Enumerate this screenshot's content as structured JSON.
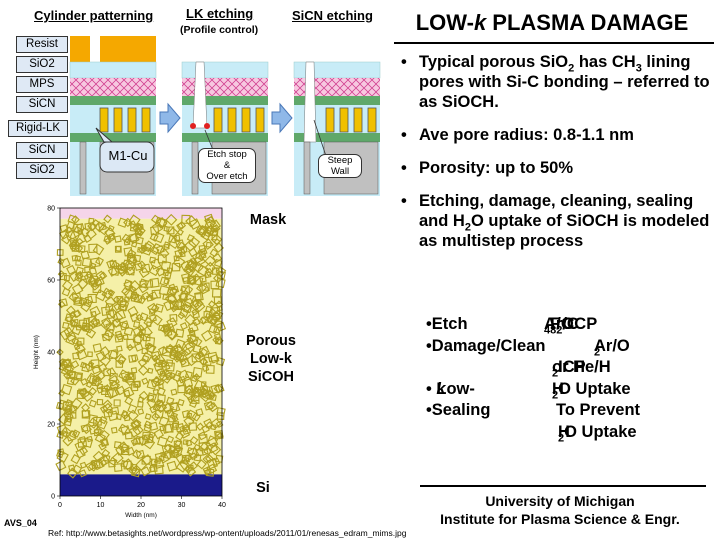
{
  "title": {
    "prefix": "LOW-",
    "k": "k",
    "suffix": " PLASMA DAMAGE"
  },
  "bullets": [
    {
      "parts": [
        "Typical porous SiO",
        "2",
        " has CH",
        "3",
        " lining pores with Si-C bonding – referred to as SiOCH."
      ]
    },
    {
      "text": "Ave pore radius: 0.8-1.1 nm"
    },
    {
      "text": "Porosity:  up to 50%"
    },
    {
      "parts": [
        "Etching, damage, cleaning, sealing and H",
        "2",
        "O uptake of SiOCH is modeled as multistep process"
      ]
    }
  ],
  "steps": [
    {
      "name": "Etch",
      "detail_parts": [
        "Ar/C",
        "4",
        "F",
        "8",
        "/O",
        "2",
        " CCP"
      ]
    },
    {
      "name": "Damage/Clean",
      "detail_parts": [
        "Ar/O",
        "2"
      ],
      "detail2_parts": [
        "or He/H",
        "2",
        " ICP"
      ]
    },
    {
      "name_prefix": "Low-",
      "name_k": "k",
      "detail_parts": [
        "H",
        "2",
        "O Uptake"
      ]
    },
    {
      "name": "Sealing",
      "detail": "To Prevent",
      "detail2_parts": [
        "H",
        "2",
        "O Uptake"
      ]
    }
  ],
  "footer": {
    "line1": "University of Michigan",
    "line2": "Institute for Plasma Science & Engr."
  },
  "slide_id": "AVS_04",
  "reference": "Ref: http://www.betasights.net/wordpress/wp-ontent/uploads/2011/01/renesas_edram_mims.jpg",
  "process": {
    "panels": [
      "Cylinder patterning",
      "LK etching",
      "SiCN etching"
    ],
    "panel_subtitle": "(Profile control)",
    "layers": [
      "Resist",
      "SiO2",
      "MPS",
      "SiCN",
      "Rigid-LK",
      "SiCN",
      "SiO2"
    ],
    "m1_label": "M1-Cu",
    "callout_etch": [
      "Etch stop",
      "&",
      "Over etch"
    ],
    "callout_wall": [
      "Steep",
      "Wall"
    ],
    "colors": {
      "resist": "#f5a800",
      "sio2": "#c8ecf7",
      "mps": "#f7c8e0",
      "sicn": "#5fa86a",
      "copper": "#f0c000",
      "arrow": "#8fb8e8"
    }
  },
  "chart_data": {
    "type": "simulation-map",
    "xlabel": "Width (nm)",
    "ylabel": "Height (nm)",
    "xlim": [
      0,
      40
    ],
    "ylim": [
      0,
      80
    ],
    "xticks": [
      0,
      10,
      20,
      30,
      40
    ],
    "yticks": [
      0,
      20,
      40,
      60,
      80
    ],
    "regions": [
      {
        "label": "Mask",
        "y_range": [
          77,
          80
        ],
        "color": "#f5d5ea"
      },
      {
        "label_lines": [
          "Porous",
          "Low-k",
          "SiCOH"
        ],
        "y_range": [
          6,
          77
        ],
        "color": "#f5f0a8"
      },
      {
        "label": "Si",
        "y_range": [
          0,
          6
        ],
        "color": "#1a1a8a"
      }
    ],
    "pore_color": "#b0a020"
  }
}
